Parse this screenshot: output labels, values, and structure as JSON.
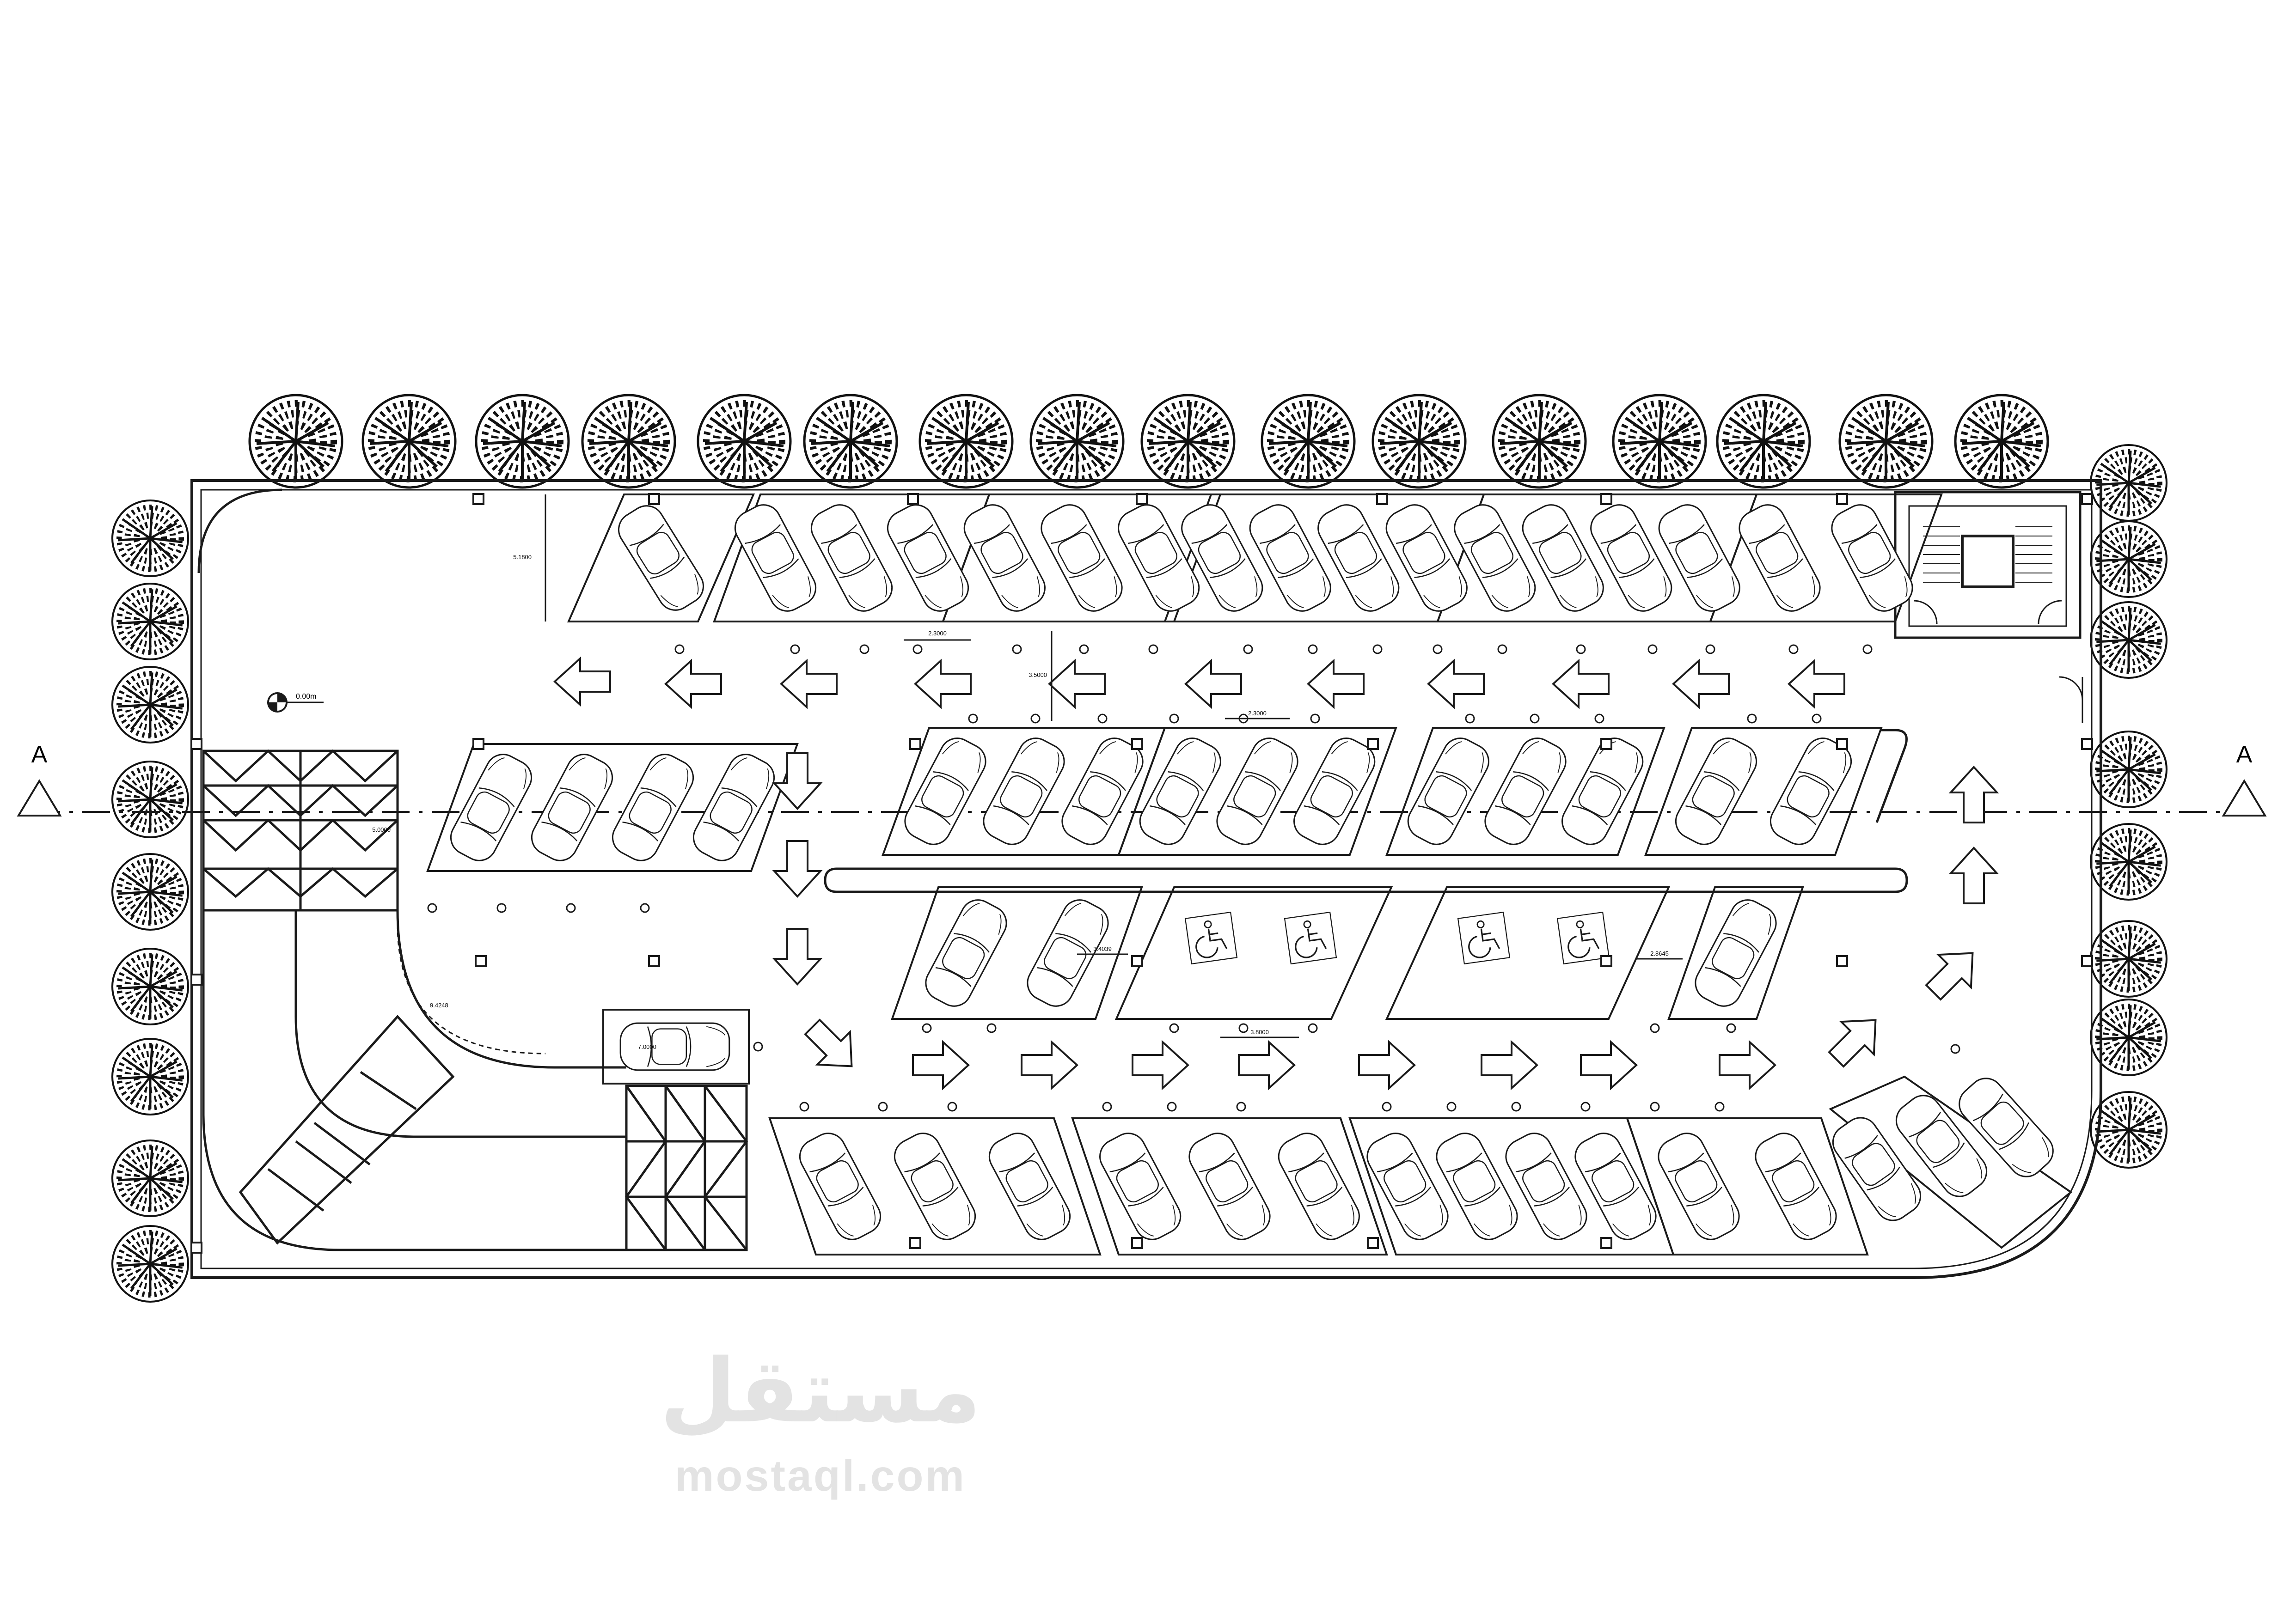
{
  "section_marks": {
    "left": "A",
    "right": "A"
  },
  "level_label": "0.00m",
  "dimensions": {
    "left_top": "5.1800",
    "top_gap": "2.3000",
    "aisle": "3.5000",
    "mid_gap": "2.3000",
    "left_stall": "5.0000",
    "radius": "9.4248",
    "car_len": "7.0000",
    "acc_gap": "3.4039",
    "acc_bottom": "3.8000",
    "right_gap": "2.8645"
  },
  "colors": {
    "line": "#1a1a1a",
    "tree": "#111111",
    "watermark": "#e3e3e3"
  },
  "watermark": {
    "arabic": "مستقل",
    "latin": "mostaql.com"
  },
  "icons": [
    "tree-icon",
    "car-icon",
    "accessible-icon",
    "arrow-icon",
    "ramp-icon",
    "stair-icon",
    "level-marker-icon"
  ]
}
